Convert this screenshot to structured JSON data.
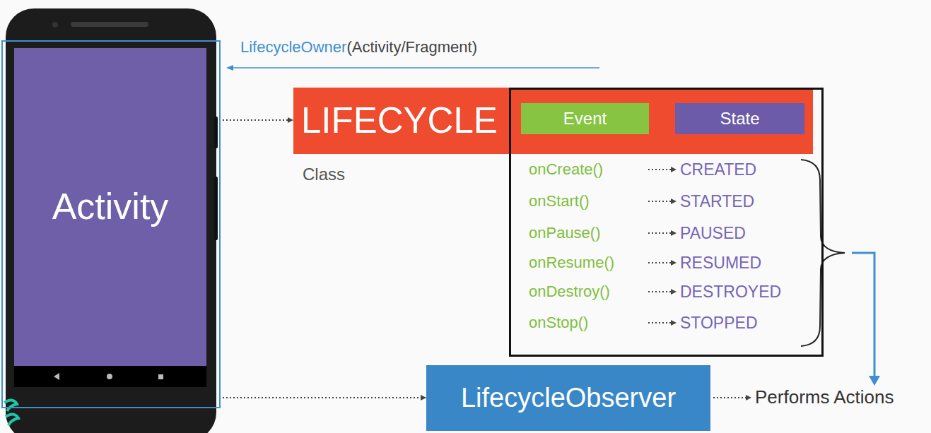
{
  "diagram": {
    "nodes": [
      {
        "text": [
          "Activity"
        ]
      },
      {
        "text": [
          "LIFECYCLE"
        ]
      },
      {
        "text": [
          "onCreate()",
          "CREATED",
          "onStart()",
          "STARTED",
          "onPause()",
          "PAUSED",
          "onResume()",
          "RESUMED",
          "onDestroy()",
          "DESTROYED",
          "onStop()",
          "STOPPED"
        ]
      },
      {
        "text": [
          "Event"
        ],
        "in": 2
      },
      {
        "text": [
          "State"
        ],
        "in": 2
      },
      {
        "text": [
          "LifecycleObserver"
        ]
      }
    ],
    "edges": [
      {
        "from": 0,
        "to": 1,
        "arrow": "to"
      },
      {
        "from": 0,
        "to": 5,
        "arrow": "to"
      },
      {
        "from": 3,
        "to": 4,
        "arrow": "to"
      }
    ],
    "labels": [
      "LifecycleOwner",
      "(Activity/Fragment)",
      "Class",
      "Performs Actions"
    ]
  }
}
